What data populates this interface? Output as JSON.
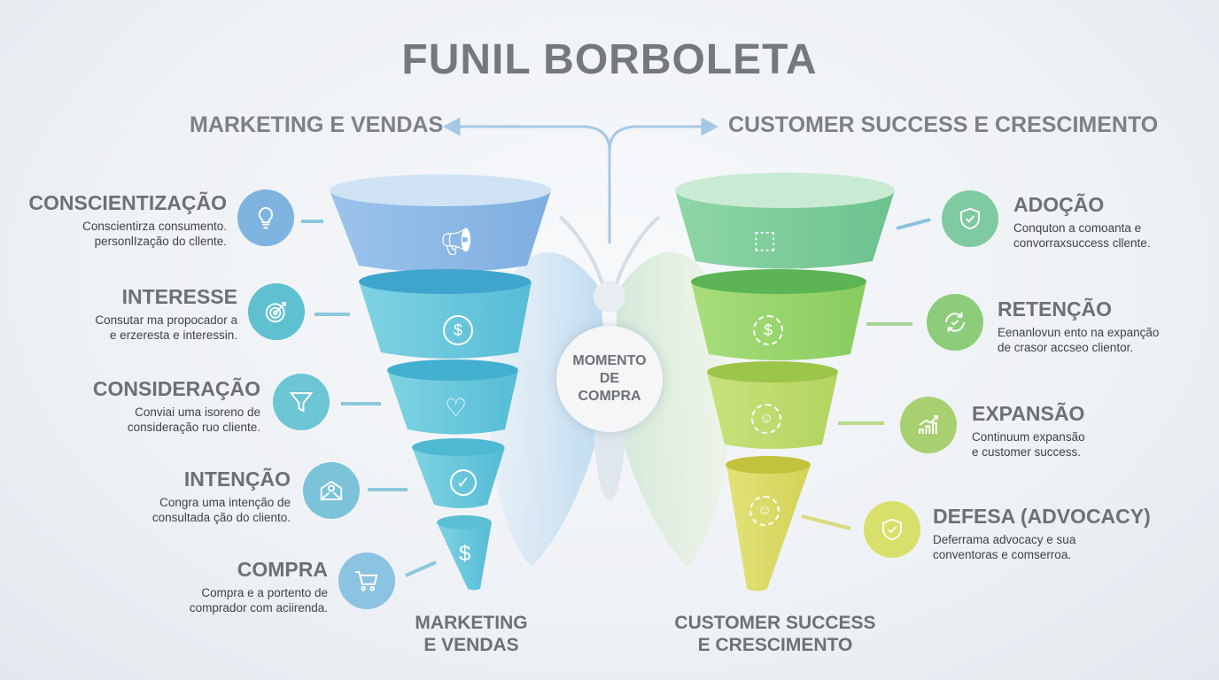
{
  "title": "FUNIL BORBOLETA",
  "sections": {
    "left": "MARKETING E VENDAS",
    "right": "CUSTOMER SUCCESS E CRESCIMENTO"
  },
  "center": [
    "MOMENTO",
    "DE",
    "COMPRA"
  ],
  "left_stages": [
    {
      "title": "CONSCIENTIZAÇÃO",
      "desc": [
        "Conscientirza consumento.",
        "personlIzação do cllente."
      ],
      "icon": "lightbulb-icon",
      "color": "#7fb3e0"
    },
    {
      "title": "INTERESSE",
      "desc": [
        "Consutar ma propocador a",
        "e erzeresta e interessin."
      ],
      "icon": "target-icon",
      "color": "#5fc0d0"
    },
    {
      "title": "CONSIDERAÇÃO",
      "desc": [
        "Conviai uma isoreno de",
        "consideração ruo cliente."
      ],
      "icon": "filter-icon",
      "color": "#6cc6d4"
    },
    {
      "title": "INTENÇÃO",
      "desc": [
        "Congra uma intenção de",
        "consultada ção do cliento."
      ],
      "icon": "envelope-icon",
      "color": "#7cc3da"
    },
    {
      "title": "COMPRA",
      "desc": [
        "Compra e a portento de",
        "comprador com aciirenda."
      ],
      "icon": "cart-icon",
      "color": "#8cc2e2"
    }
  ],
  "right_stages": [
    {
      "title": "ADOÇÃO",
      "desc": [
        "Conquton a comoanta e",
        "convorraxsuccess cllente."
      ],
      "icon": "shield-check-icon",
      "color": "#7fcaa0"
    },
    {
      "title": "RETENÇÃO",
      "desc": [
        "Eenanlovun ento na expanção",
        "de crasor accseo clientor."
      ],
      "icon": "refresh-check-icon",
      "color": "#8ccc7a"
    },
    {
      "title": "EXPANSÃO",
      "desc": [
        "Continuum expansão",
        "e customer success."
      ],
      "icon": "growth-chart-icon",
      "color": "#a8d070"
    },
    {
      "title": "DEFESA (ADVOCACY)",
      "desc": [
        "Deferrama advocacy e sua",
        "conventoras e comserroa."
      ],
      "icon": "shield-check-icon",
      "color": "#d8df6a"
    }
  ],
  "footers": {
    "left": [
      "MARKETING",
      "E VENDAS"
    ],
    "right": [
      "CUSTOMER SUCCESS",
      "E CRESCIMENTO"
    ]
  },
  "funnel_icons": {
    "left": [
      "megaphone-icon",
      "dollar-search-icon",
      "heart-search-icon",
      "check-circle-icon",
      "dollar-icon"
    ],
    "right": [
      "box-icon",
      "dollar-cycle-icon",
      "people-growth-icon",
      "person-growth-icon"
    ]
  }
}
